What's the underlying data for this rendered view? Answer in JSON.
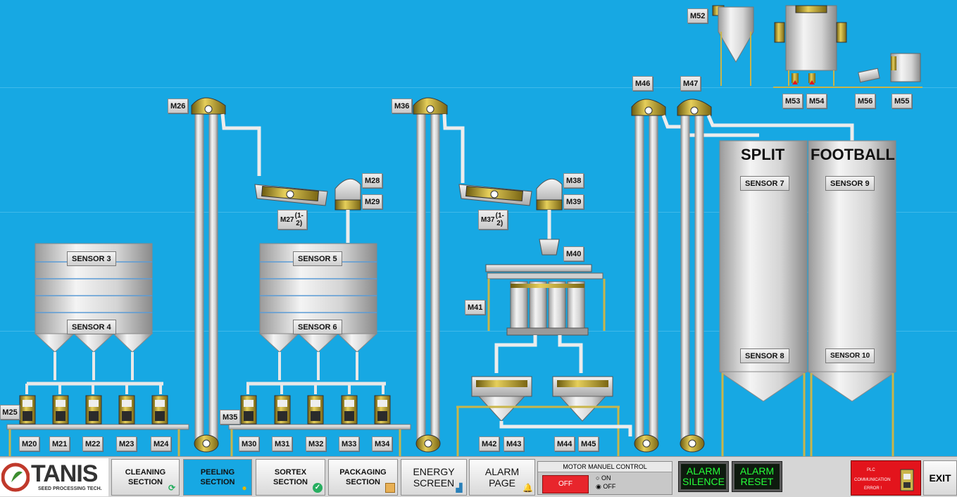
{
  "tags": {
    "m20": "M20",
    "m21": "M21",
    "m22": "M22",
    "m23": "M23",
    "m24": "M24",
    "m25": "M25",
    "m26": "M26",
    "m27a": "M27",
    "m27b": "(1-2)",
    "m28": "M28",
    "m29": "M29",
    "m30": "M30",
    "m31": "M31",
    "m32": "M32",
    "m33": "M33",
    "m34": "M34",
    "m35": "M35",
    "m36": "M36",
    "m37a": "M37",
    "m37b": "(1-2)",
    "m38": "M38",
    "m39": "M39",
    "m40": "M40",
    "m41": "M41",
    "m42": "M42",
    "m43": "M43",
    "m44": "M44",
    "m45": "M45",
    "m46": "M46",
    "m47": "M47",
    "m52": "M52",
    "m53": "M53",
    "m54": "M54",
    "m55": "M55",
    "m56": "M56"
  },
  "sensors": {
    "s3": "SENSOR 3",
    "s4": "SENSOR 4",
    "s5": "SENSOR 5",
    "s6": "SENSOR 6",
    "s7": "SENSOR 7",
    "s8": "SENSOR 8",
    "s9": "SENSOR 9",
    "s10": "SENSOR 10"
  },
  "silos": {
    "split": "SPLIT",
    "football": "FOOTBALL"
  },
  "logo": {
    "name": "TANIS",
    "tagline": "SEED PROCESSING TECH."
  },
  "nav": {
    "cleaning": [
      "CLEANING",
      "SECTION"
    ],
    "peeling": [
      "PEELING",
      "SECTION"
    ],
    "sortex": [
      "SORTEX",
      "SECTION"
    ],
    "packaging": [
      "PACKAGING",
      "SECTION"
    ],
    "energy": [
      "ENERGY",
      "SCREEN"
    ],
    "alarm": [
      "ALARM",
      "PAGE"
    ]
  },
  "motor_control": {
    "title": "MOTOR MANUEL CONTROL",
    "state": "OFF",
    "on_label": "ON",
    "off_label": "OFF",
    "selected": "OFF"
  },
  "alarm_silence": [
    "ALARM",
    "SILENCE"
  ],
  "alarm_reset": [
    "ALARM",
    "RESET"
  ],
  "plc": {
    "line1": "PLC",
    "line2": "COMMUNICATION",
    "line3": "ERROR !"
  },
  "exit_label": "EXIT",
  "colors": {
    "background": "#17a8e3",
    "active_nav": "#17a8e3",
    "alarm_text": "#26ff3a",
    "plc_bg": "#e3141c",
    "off_button": "#e8252c"
  }
}
